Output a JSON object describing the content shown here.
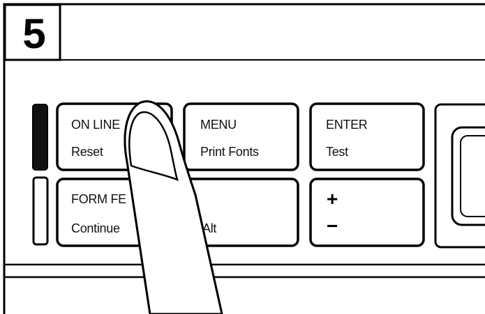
{
  "step_number": "5",
  "keys": {
    "online": {
      "top": "ON LINE",
      "bottom": "Reset"
    },
    "menu": {
      "top": "MENU",
      "bottom": "Print Fonts"
    },
    "enter": {
      "top": "ENTER",
      "bottom": "Test"
    },
    "formfeed": {
      "top": "FORM  FE",
      "bottom": "Continue"
    },
    "alt": {
      "bottom": "Alt"
    },
    "plusminus": {
      "top": "+",
      "bottom": "−"
    }
  },
  "indicators": {
    "online_light": "filled-black",
    "formfeed_light": "empty"
  },
  "colors": {
    "line": "#000000",
    "background": "#ffffff"
  }
}
